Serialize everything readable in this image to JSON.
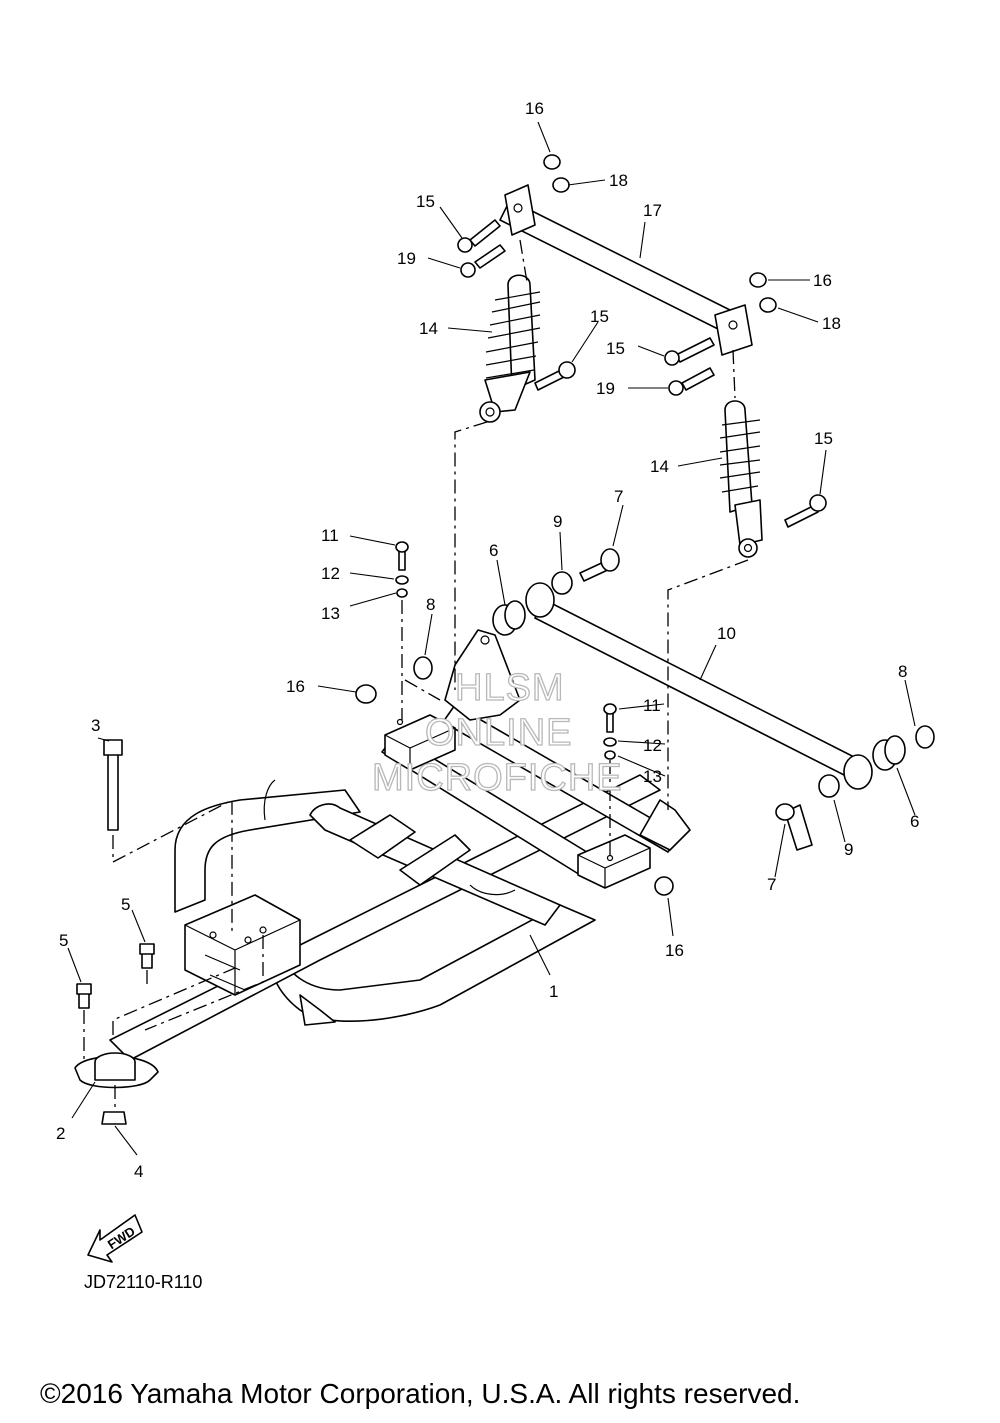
{
  "diagram": {
    "callouts": [
      {
        "num": "1"
      },
      {
        "num": "2"
      },
      {
        "num": "3"
      },
      {
        "num": "4"
      },
      {
        "num": "5"
      },
      {
        "num": "5"
      },
      {
        "num": "6"
      },
      {
        "num": "6"
      },
      {
        "num": "7"
      },
      {
        "num": "7"
      },
      {
        "num": "8"
      },
      {
        "num": "8"
      },
      {
        "num": "9"
      },
      {
        "num": "9"
      },
      {
        "num": "10"
      },
      {
        "num": "11"
      },
      {
        "num": "11"
      },
      {
        "num": "12"
      },
      {
        "num": "12"
      },
      {
        "num": "13"
      },
      {
        "num": "13"
      },
      {
        "num": "14"
      },
      {
        "num": "14"
      },
      {
        "num": "15"
      },
      {
        "num": "15"
      },
      {
        "num": "15"
      },
      {
        "num": "15"
      },
      {
        "num": "16"
      },
      {
        "num": "16"
      },
      {
        "num": "16"
      },
      {
        "num": "16"
      },
      {
        "num": "17"
      },
      {
        "num": "18"
      },
      {
        "num": "18"
      },
      {
        "num": "19"
      },
      {
        "num": "19"
      }
    ],
    "fwd_label": "FWD",
    "diagram_code": "JD72110-R110",
    "watermark": {
      "line1": "HLSM",
      "line2": "ONLINE",
      "line3": "MICROFICHE"
    }
  },
  "footer": {
    "copyright": "©2016 Yamaha Motor Corporation, U.S.A. All rights reserved."
  }
}
